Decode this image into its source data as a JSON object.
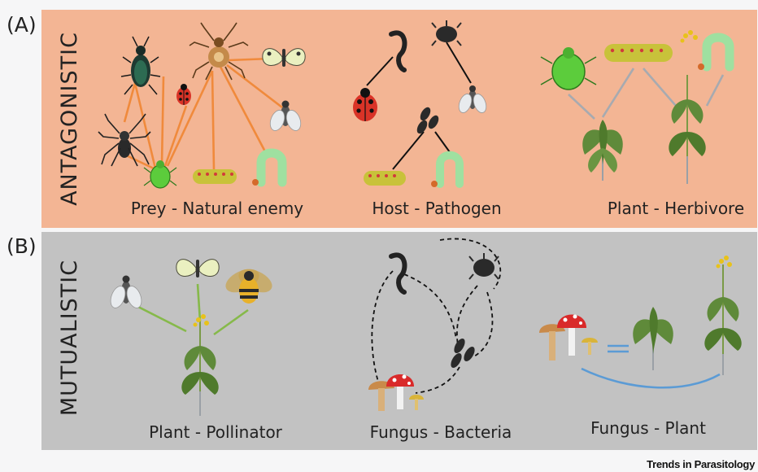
{
  "panels": {
    "a": {
      "letter": "(A)",
      "title": "ANTAGONISTIC",
      "background": "#f3b594",
      "groups": [
        "Prey - Natural enemy",
        "Host - Pathogen",
        "Plant - Herbivore"
      ]
    },
    "b": {
      "letter": "(B)",
      "title": "MUTUALISTIC",
      "background": "#c2c2c2",
      "groups": [
        "Plant - Pollinator",
        "Fungus - Bacteria",
        "Fungus - Plant"
      ]
    }
  },
  "footer": "Trends in Parasitology",
  "colors": {
    "prey_enemy_links": "#f08a3c",
    "host_pathogen_links": "#111111",
    "plant_herbivore_links": "#a7aab0",
    "pollinator_links": "#86b94a",
    "fungus_plant_links": "#5b9bd5",
    "fungus_bacteria_links": "#111111"
  }
}
